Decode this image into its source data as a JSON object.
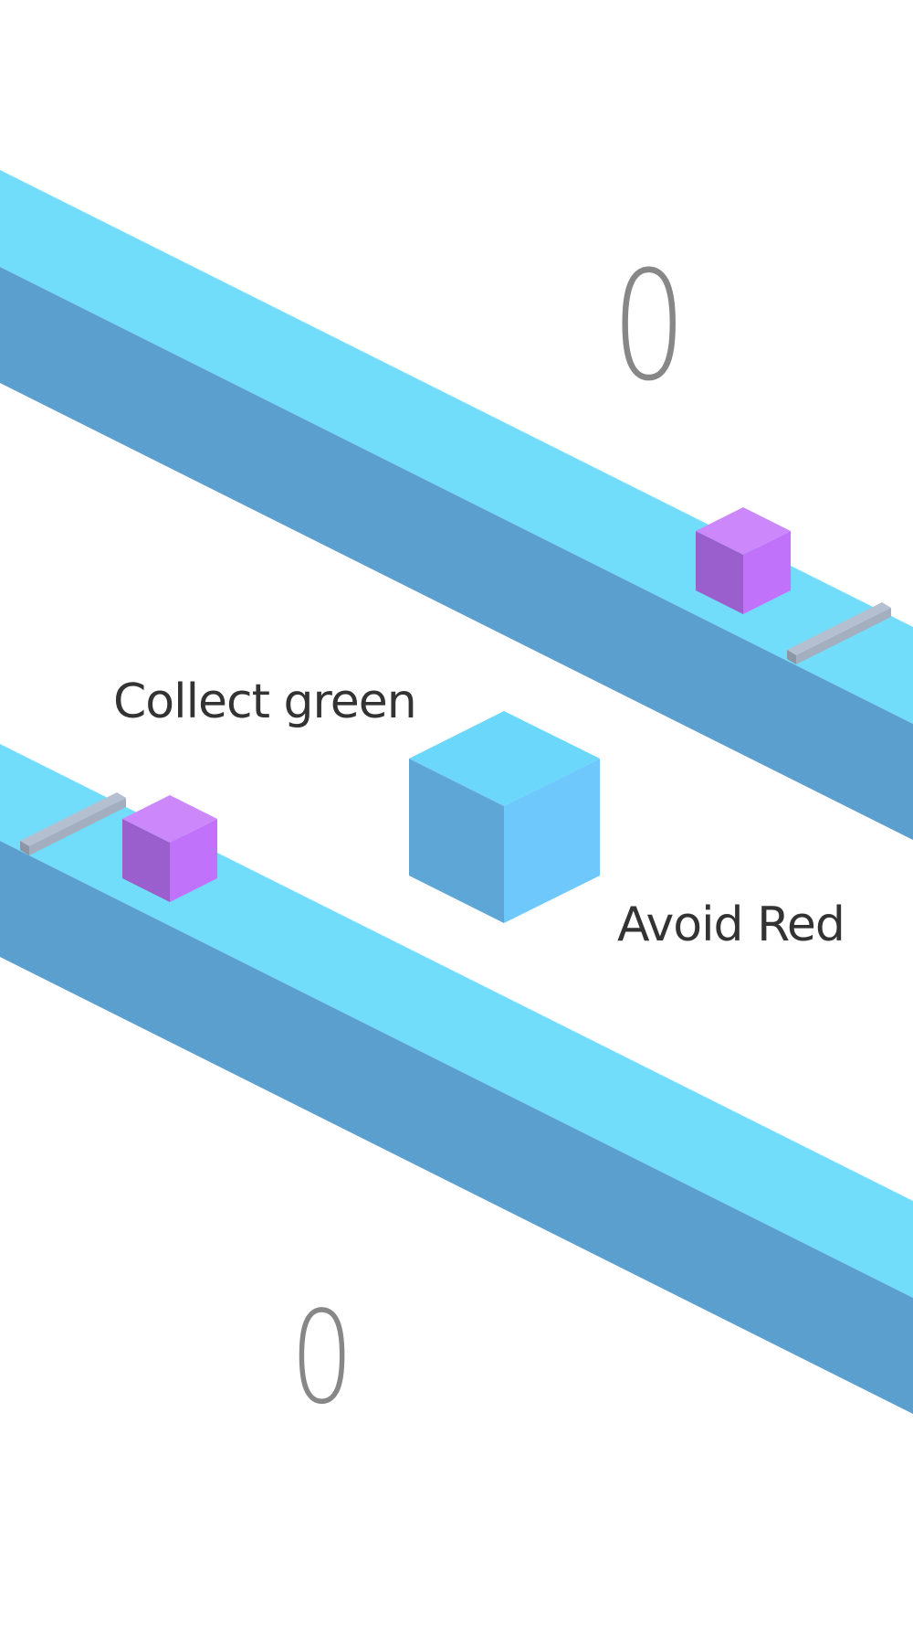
{
  "scores": {
    "top": "0",
    "bottom": "0"
  },
  "hints": {
    "collect": "Collect green",
    "avoid": "Avoid Red"
  },
  "colors": {
    "background": "#ffffff",
    "track_top_face": "#72ddfb",
    "track_side_face": "#5a9fcd",
    "player_top": "#6ad7fb",
    "player_left": "#5ea6d6",
    "player_right": "#6fc8fc",
    "obstacle_top": "#cc88fb",
    "obstacle_left": "#9a5fcd",
    "obstacle_right": "#c172fb",
    "barrier": "#b4bfcf",
    "score_text": "#878787",
    "hint_text": "#333333"
  },
  "icons": {
    "player": "player-cube-icon",
    "obstacle": "purple-cube-icon",
    "barrier": "barrier-bar-icon"
  }
}
